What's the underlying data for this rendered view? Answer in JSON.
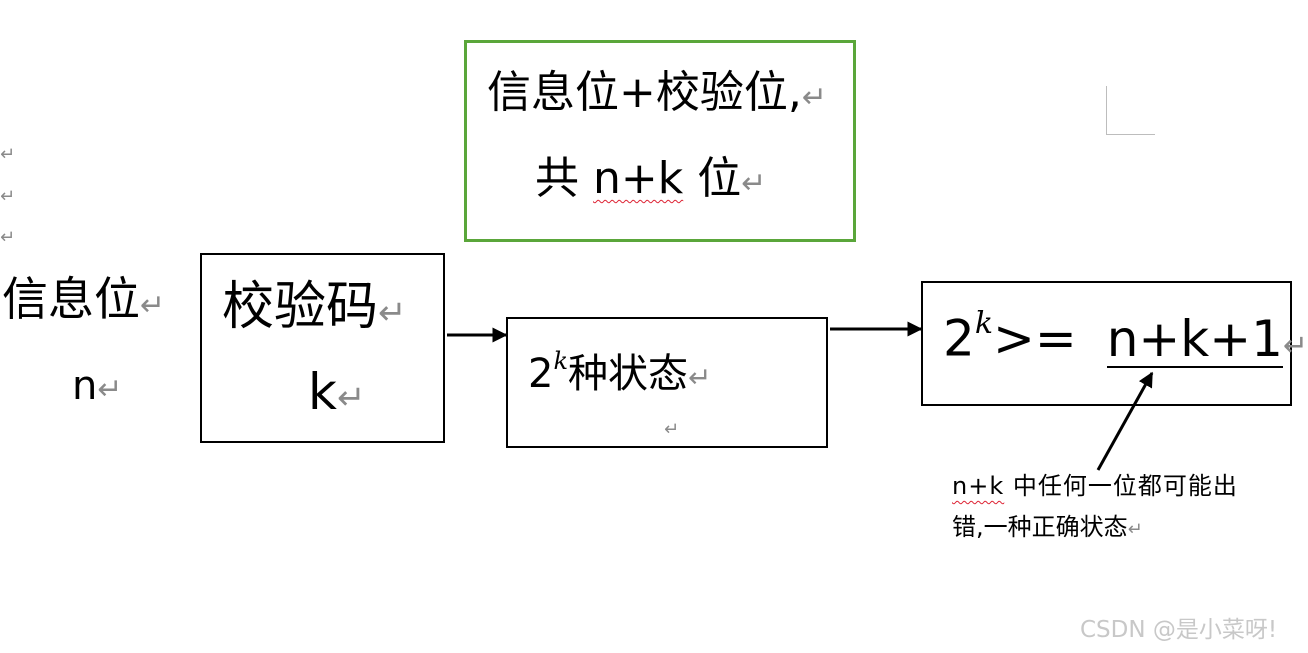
{
  "top_box": {
    "line1": "信息位+校验位,",
    "line2_prefix": "共 ",
    "line2_var": "n+k",
    "line2_suffix": " 位"
  },
  "info_block": {
    "label": "信息位",
    "var": "n"
  },
  "check_box": {
    "label": "校验码",
    "var": "k"
  },
  "states_box": {
    "base": "2",
    "exp": "k",
    "suffix": "种状态"
  },
  "inequality_box": {
    "base": "2",
    "exp": "k",
    "op": ">= ",
    "rhs": "n+k+1"
  },
  "annotation": {
    "var": "n+k",
    "line1_rest": " 中任何一位都可能出",
    "line2": "错,一种正确状态"
  },
  "return_mark": "↵",
  "watermark": "CSDN @是小菜呀!"
}
